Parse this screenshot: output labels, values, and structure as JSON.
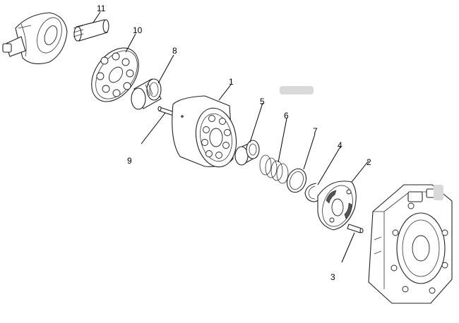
{
  "diagram": {
    "labels": [
      {
        "id": "p1",
        "text": "1"
      },
      {
        "id": "p2",
        "text": "2"
      },
      {
        "id": "p3",
        "text": "3"
      },
      {
        "id": "p4",
        "text": "4"
      },
      {
        "id": "p5",
        "text": "5"
      },
      {
        "id": "p6",
        "text": "6"
      },
      {
        "id": "p7",
        "text": "7"
      },
      {
        "id": "p8",
        "text": "8"
      },
      {
        "id": "p9",
        "text": "9"
      },
      {
        "id": "p10",
        "text": "10"
      },
      {
        "id": "p11",
        "text": "11"
      }
    ]
  }
}
